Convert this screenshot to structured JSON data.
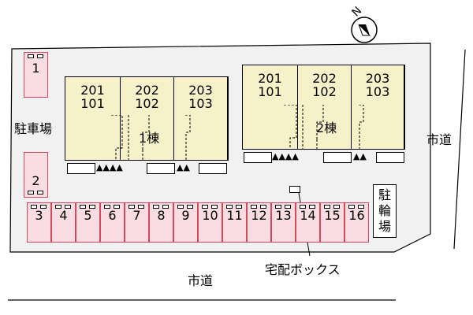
{
  "map": {
    "parking_label": "駐車場",
    "road_right": "市道",
    "road_bottom": "市道",
    "bicycle_parking": "駐\n輪\n場",
    "delivery_box_label": "宅配ボックス",
    "compass_letter": "N",
    "building1": {
      "name": "1棟",
      "units": [
        [
          "201",
          "101"
        ],
        [
          "202",
          "102"
        ],
        [
          "203",
          "103"
        ]
      ],
      "entries": "▲▲▲▲",
      "entries2": "▲▲"
    },
    "building2": {
      "name": "2棟",
      "units": [
        [
          "201",
          "101"
        ],
        [
          "202",
          "102"
        ],
        [
          "203",
          "103"
        ]
      ],
      "entries": "▲▲▲▲",
      "entries2": "▲▲"
    },
    "parking_slots": [
      "1",
      "2",
      "3",
      "4",
      "5",
      "6",
      "7",
      "8",
      "9",
      "10",
      "11",
      "12",
      "13",
      "14",
      "15",
      "16"
    ],
    "colors": {
      "building": "#f6f1c8",
      "slot_fill": "#f9dde3",
      "slot_border": "#d6465f",
      "lot": "#f1f1f1"
    }
  }
}
